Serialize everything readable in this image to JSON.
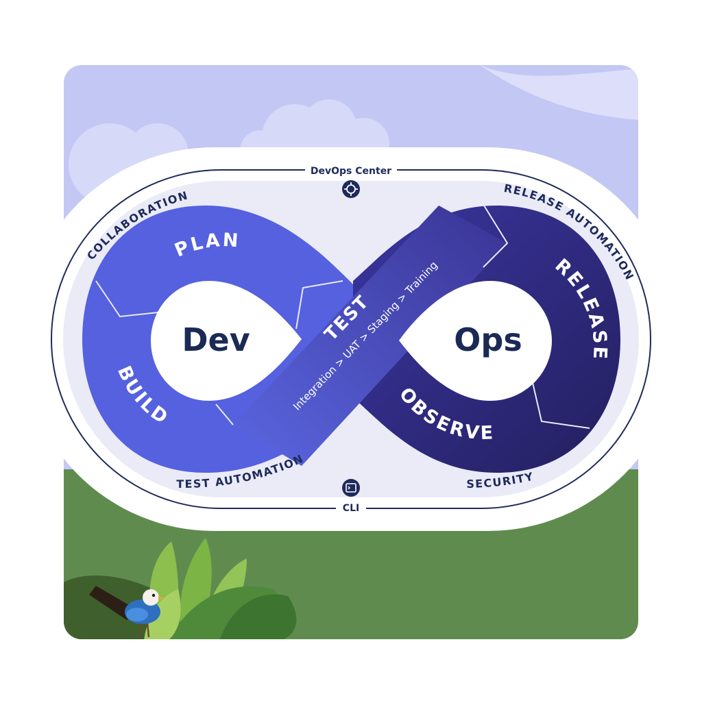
{
  "colors": {
    "sky": "#c5c9f5",
    "grass": "#5f8c4e",
    "card": "#ffffff",
    "track": "#e9eaf6",
    "line": "#1e2a5a",
    "dev_loop": "#5a66e0",
    "ops_loop": "#2c2467",
    "center_text": "#1b2a55"
  },
  "diagram": {
    "top_label": "DevOps Center",
    "bottom_label": "CLI",
    "hub_left": "Dev",
    "hub_right": "Ops",
    "top_icon": "target-icon",
    "bottom_icon": "terminal-icon",
    "outer_ring": {
      "collaboration": "COLLABORATION",
      "release_automation": "RELEASE AUTOMATION",
      "test_automation": "TEST AUTOMATION",
      "security": "SECURITY"
    },
    "stages": {
      "plan": "PLAN",
      "build": "BUILD",
      "test": "TEST",
      "test_sub": "Integration > UAT > Staging > Training",
      "release": "RELEASE",
      "observe": "OBSERVE"
    }
  },
  "scene": {
    "mascot": "bird-icon",
    "decor": "plant-icon"
  }
}
